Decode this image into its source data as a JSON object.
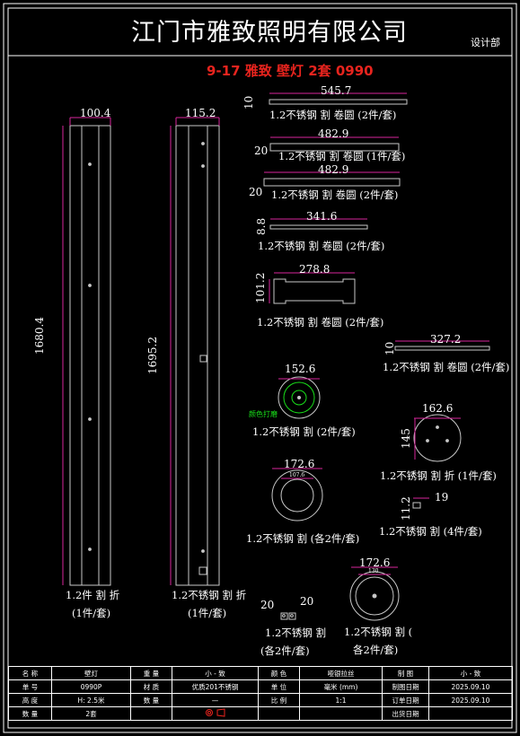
{
  "header": {
    "company_title": "江门市雅致照明有限公司",
    "department": "设计部",
    "drawing_title": "9-17 雅致 壁灯 2套 0990"
  },
  "drawing": {
    "dims": {
      "d1_w": "545.7",
      "d1_h": "10",
      "d2_w": "482.9",
      "d2_h": "20",
      "d3_w": "482.9",
      "d3_h": "20",
      "d4_w": "341.6",
      "d4_h": "8.8",
      "d5_w": "278.8",
      "d5_h": "101.2",
      "d6_w": "327.2",
      "d6_h": "10",
      "c1_d": "152.6",
      "c2_d": "162.6",
      "c2_h": "145",
      "c3_d": "172.6",
      "c3_inner": "107.6",
      "s_w": "19",
      "s_h": "11.2",
      "c4_d": "172.6",
      "c4_inner": "130",
      "p_l": "20",
      "p_r": "20",
      "long1_w": "100.4",
      "long1_h": "1680.4",
      "long2_w": "115.2",
      "long2_h": "1695.2"
    },
    "labels": {
      "l1": "1.2不锈钢 割 卷圆 (2件/套)",
      "l2": "1.2不锈钢 割 卷圆 (1件/套)",
      "l3": "1.2不锈钢 割 卷圆 (2件/套)",
      "l4": "1.2不锈钢 割 卷圆 (2件/套)",
      "l5": "1.2不锈钢 割 卷圆 (2件/套)",
      "l6": "1.2不锈钢 割 卷圆 (2件/套)",
      "l7": "1.2不锈钢 割 (2件/套)",
      "l8": "1.2不锈钢 割 折 (1件/套)",
      "l9": "1.2不锈钢 割 (各2件/套)",
      "l10": "1.2不锈钢 割 (4件/套)",
      "long1_a": "1.2件 割 折",
      "long1_b": "(1件/套)",
      "long2_a": "1.2不锈钢 割 折",
      "long2_b": "(1件/套)",
      "p_a": "1.2不锈钢 割",
      "p_b": "(各2件/套)",
      "c4_a": "1.2不锈钢 割 (",
      "c4_b": "各2件/套)",
      "green_note": "颜色打磨"
    }
  },
  "title_block": {
    "rows": [
      [
        "名 称",
        "壁灯",
        "重 量",
        "小 - 致",
        "颜 色",
        "哑银拉丝",
        "制 图",
        "小 - 致"
      ],
      [
        "单 号",
        "0990P",
        "材 质",
        "优质201不锈钢",
        "单 位",
        "毫米 (mm)",
        "制图日期",
        "2025.09.10"
      ],
      [
        "高 度",
        "H: 2.5米",
        "数 量",
        "—",
        "比 例",
        "1:1",
        "订单日期",
        "2025.09.10"
      ],
      [
        "数 量",
        "2套",
        "",
        "",
        "",
        "",
        "出货日期",
        ""
      ]
    ]
  }
}
